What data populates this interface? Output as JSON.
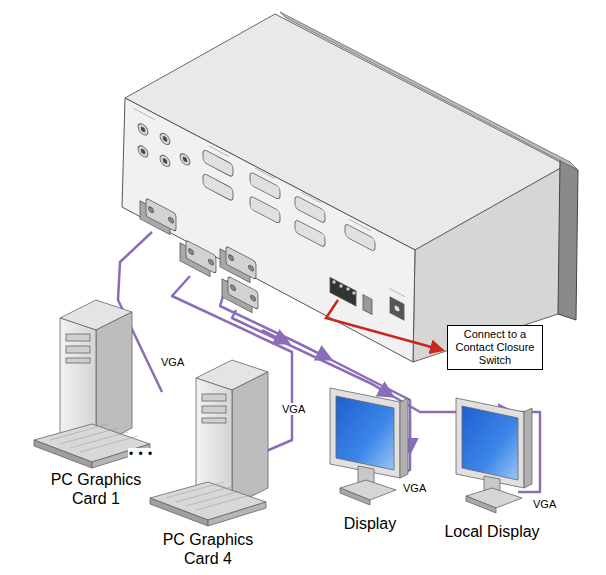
{
  "diagram": {
    "nodes": [
      {
        "text": [
          "PC Graphics Card 1"
        ]
      },
      {
        "text": [
          "PC Graphics Card 4"
        ]
      },
      {
        "text": [
          "Display"
        ]
      },
      {
        "text": [
          "Local Display"
        ]
      },
      {
        "text": [
          "Connect to a Contact Closure Switch"
        ]
      }
    ],
    "labels": [
      "VGA",
      "VGA",
      "VGA",
      "VGA",
      "• • •"
    ]
  }
}
